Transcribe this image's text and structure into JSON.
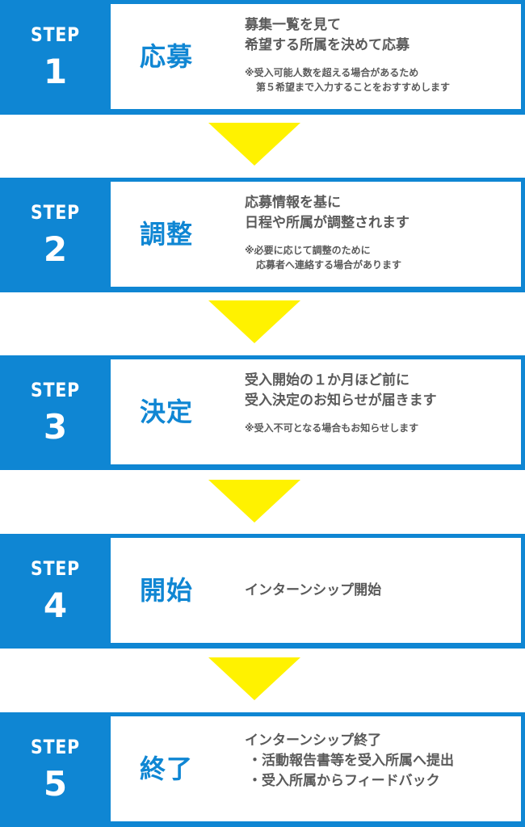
{
  "steps": [
    {
      "label": "STEP",
      "number": "1",
      "title": "応募",
      "lines": [
        "募集一覧を見て",
        "希望する所属を決めて応募"
      ],
      "notes": [
        "※受入可能人数を超える場合があるため",
        "第５希望まで入力することをおすすめします"
      ]
    },
    {
      "label": "STEP",
      "number": "2",
      "title": "調整",
      "lines": [
        "応募情報を基に",
        "日程や所属が調整されます"
      ],
      "notes": [
        "※必要に応じて調整のために",
        "応募者へ連絡する場合があります"
      ]
    },
    {
      "label": "STEP",
      "number": "3",
      "title": "決定",
      "lines": [
        "受入開始の１か月ほど前に",
        "受入決定のお知らせが届きます"
      ],
      "notes": [
        "※受入不可となる場合もお知らせします"
      ]
    },
    {
      "label": "STEP",
      "number": "4",
      "title": "開始",
      "lines": [
        "インターンシップ開始"
      ],
      "notes": []
    },
    {
      "label": "STEP",
      "number": "5",
      "title": "終了",
      "lines": [
        "インターンシップ終了",
        "・活動報告書等を受入所属へ提出",
        "・受入所属からフィードバック"
      ],
      "notes": []
    }
  ],
  "colors": {
    "accent_blue": "#0f86d3",
    "arrow_yellow": "#fff200",
    "text_gray": "#5a5a5a"
  }
}
